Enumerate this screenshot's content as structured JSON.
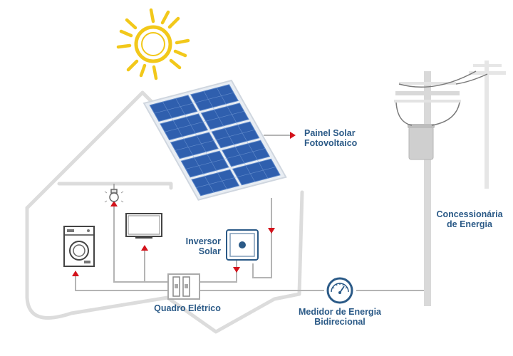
{
  "diagram": {
    "title": "Sistema solar fotovoltaico conectado à rede",
    "colors": {
      "sun": "#f2c81a",
      "label": "#2b5a87",
      "arrow": "#d3121b",
      "house": "#dcdcdc",
      "wire": "#b4b4b4",
      "panel": "#2f5fae",
      "pole": "#d9d9d9"
    },
    "labels": {
      "panel": {
        "line1": "Painel Solar",
        "line2": "Fotovoltaico"
      },
      "inverter": {
        "line1": "Inversor",
        "line2": "Solar"
      },
      "utility": {
        "line1": "Concessionária",
        "line2": "de Energia"
      },
      "board": {
        "line1": "Quadro Elétrico"
      },
      "meter": {
        "line1": "Medidor de Energia",
        "line2": "Bidirecional"
      }
    },
    "components": [
      {
        "name": "sun",
        "icon": "sun-icon"
      },
      {
        "name": "solar-panel",
        "icon": "solar-panel-icon"
      },
      {
        "name": "inverter",
        "icon": "inverter-icon"
      },
      {
        "name": "electrical-board",
        "icon": "breaker-box-icon"
      },
      {
        "name": "bidirectional-meter",
        "icon": "meter-icon"
      },
      {
        "name": "utility-pole",
        "icon": "power-pole-icon"
      },
      {
        "name": "washing-machine",
        "icon": "washing-machine-icon"
      },
      {
        "name": "tv",
        "icon": "tv-icon"
      },
      {
        "name": "lamp",
        "icon": "lightbulb-icon"
      }
    ]
  }
}
